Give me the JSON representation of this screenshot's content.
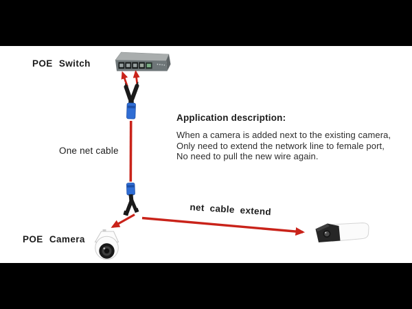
{
  "colors": {
    "bg_black": "#000000",
    "canvas_white": "#ffffff",
    "arrow_red": "#c9231a",
    "connector_blue": "#2f6dd4",
    "connector_blue_dark": "#1d4fa8",
    "switch_top": "#a9adad",
    "switch_front": "#6e7678",
    "switch_side": "#5d6365",
    "device_black": "#1a1a1a",
    "text_black": "#1c1c1c",
    "text_body": "#2b2b2b"
  },
  "labels": {
    "poe_switch": "POE Switch",
    "one_net_cable": "One net cable",
    "net_cable_extend": "net cable extend",
    "poe_camera": "POE Camera"
  },
  "description": {
    "title": "Application description:",
    "lines": [
      "When a camera is added next to the existing camera,",
      "Only need to extend the network line to female port,",
      "No need to pull the new wire again."
    ]
  },
  "icons": [
    "poe-switch-icon",
    "uplink-arrows-icon",
    "rj45-splitter-top-icon",
    "rj45-coupler-top-icon",
    "net-cable-line",
    "rj45-coupler-bottom-icon",
    "rj45-splitter-bottom-icon",
    "arrow-to-dome-camera-icon",
    "net-cable-extend-arrow-icon",
    "dome-camera-icon",
    "bullet-camera-icon"
  ]
}
